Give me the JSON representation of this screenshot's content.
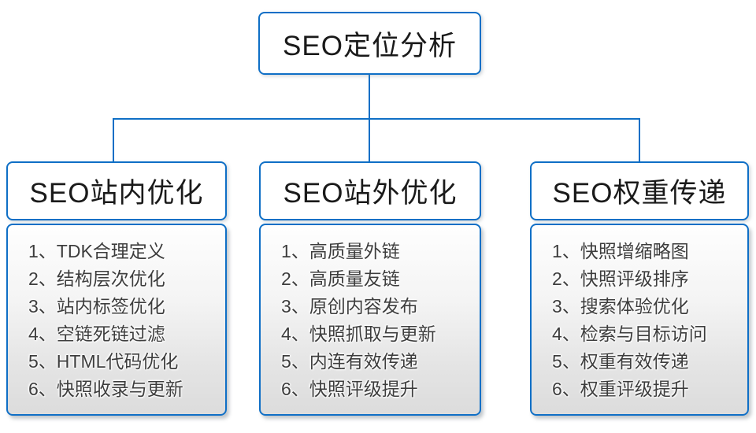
{
  "diagram": {
    "root": {
      "label": "SEO定位分析"
    },
    "columns": [
      {
        "header": "SEO站内优化",
        "items": [
          "1、TDK合理定义",
          "2、结构层次优化",
          "3、站内标签优化",
          "4、空链死链过滤",
          "5、HTML代码优化",
          "6、快照收录与更新"
        ]
      },
      {
        "header": "SEO站外优化",
        "items": [
          "1、高质量外链",
          "2、高质量友链",
          "3、原创内容发布",
          "4、快照抓取与更新",
          "5、内连有效传递",
          "6、快照评级提升"
        ]
      },
      {
        "header": "SEO权重传递",
        "items": [
          "1、快照增缩略图",
          "2、快照评级排序",
          "3、搜索体验优化",
          "4、检索与目标访问",
          "5、权重有效传递",
          "6、权重评级提升"
        ]
      }
    ],
    "colors": {
      "connector_and_border": "#0f6fc6",
      "header_text": "#1a1a1a",
      "item_text": "#3d3d3d",
      "body_gradient_top": "#fefefe",
      "body_gradient_bottom": "#dcdcdc"
    }
  }
}
